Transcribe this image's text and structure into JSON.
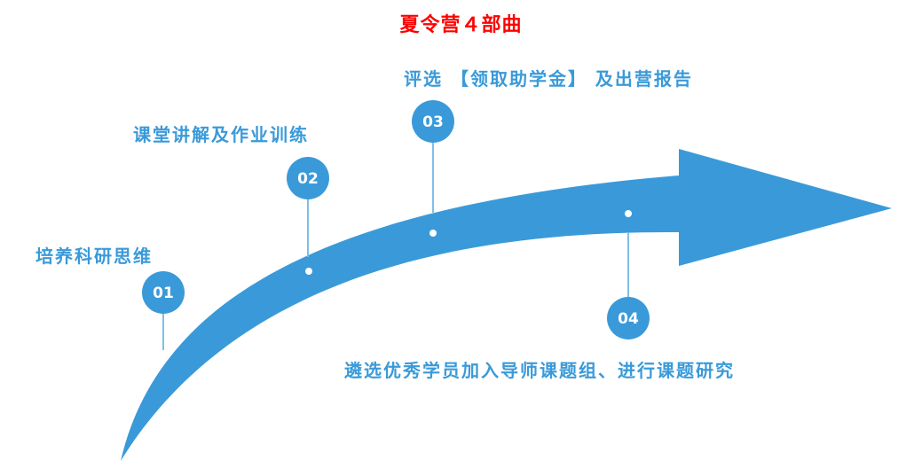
{
  "title": "夏令营４部曲",
  "colors": {
    "title": "#ff0000",
    "accent": "#3a9ad9",
    "connector": "#7fbfe6",
    "label": "#3a9ad9",
    "dot": "#ffffff"
  },
  "steps": [
    {
      "number": "01",
      "label": "培养科研思维"
    },
    {
      "number": "02",
      "label": "课堂讲解及作业训练"
    },
    {
      "number": "03",
      "label": "评选 【领取助学金】 及出营报告"
    },
    {
      "number": "04",
      "label": "遴选优秀学员加入导师课题组、进行课题研究"
    }
  ]
}
